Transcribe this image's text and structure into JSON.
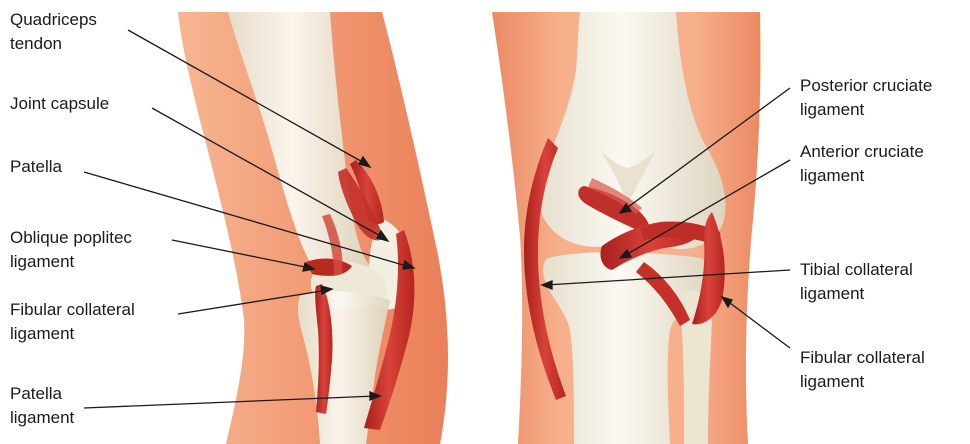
{
  "labels": {
    "quadriceps_tendon": [
      "Quadriceps",
      "tendon"
    ],
    "joint_capsule": [
      "Joint capsule"
    ],
    "patella": [
      "Patella"
    ],
    "oblique_popliteal_ligament": [
      "Oblique poplitec",
      "ligament"
    ],
    "fibular_collateral_ligament_left": [
      "Fibular collateral",
      "ligament"
    ],
    "patella_ligament": [
      "Patella",
      "ligament"
    ],
    "posterior_cruciate_ligament": [
      "Posterior cruciate",
      "ligament"
    ],
    "anterior_cruciate_ligament": [
      "Anterior cruciate",
      "ligament"
    ],
    "tibial_collateral_ligament": [
      "Tibial collateral",
      "ligament"
    ],
    "fibular_collateral_ligament_right": [
      "Fibular collateral",
      "ligament"
    ]
  },
  "colors": {
    "skin": "#f2a27c",
    "skin_dark": "#e8805a",
    "bone": "#f4f1e6",
    "bone_shade": "#ddd6c2",
    "ligament": "#c8312c",
    "ligament_light": "#e0645c",
    "pointer": "#1a1a1a"
  }
}
